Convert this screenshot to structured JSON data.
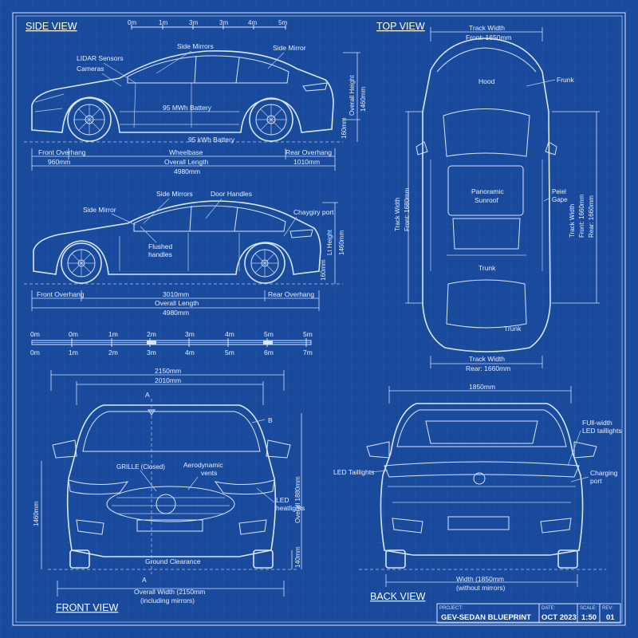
{
  "titles": {
    "side_view": "SIDE VIEW",
    "top_view": "TOP VIEW",
    "front_view": "FRONT VIEW",
    "back_view": "BACK VIEW"
  },
  "top_scale_ticks": [
    "0m",
    "1m",
    "3m",
    "3m",
    "4m",
    "5m"
  ],
  "side1": {
    "lidar": "LIDAR Sensors",
    "cameras": "Cameras",
    "side_mirrors": "Side Mirrors",
    "side_mirror": "Side Mirror",
    "battery1": "95 MWh Battery",
    "battery2": "95 kWh Battery",
    "overall_height": "Overall Height",
    "height_val": "1460mm",
    "ground_val": "160mm",
    "front_overhang": "Front Overhang",
    "wheelbase": "Wheelbase",
    "rear_overhang": "Rear Overhang",
    "front_val": "960mm",
    "overall_length": "Overall Length",
    "rear_val": "1010mm",
    "length_val": "4980mm"
  },
  "side2": {
    "side_mirrors": "Side Mirrors",
    "door_handles": "Door Handles",
    "side_mirror": "Side Mirror",
    "charging_port": "Chaygiry port",
    "flushed": "Flushed",
    "handles": "handles",
    "lt_height": "Lt Height",
    "height_val": "1460mm",
    "ground_val": "160mm",
    "front_overhang": "Front Overhang",
    "wheelbase_val": "3010mm",
    "rear_overhang": "Rear Overhang",
    "overall_length": "Overall Length",
    "length_val": "4980mm"
  },
  "scale_row1": [
    "0m",
    "0m",
    "1m",
    "2m",
    "3m",
    "4m",
    "5m",
    "5m"
  ],
  "scale_row2": [
    "0m",
    "1m",
    "2m",
    "3m",
    "4m",
    "5m",
    "6m",
    "7m"
  ],
  "top": {
    "track_width_top": "Track Width",
    "front_top": "Front: 1650mm",
    "hood": "Hood",
    "frunk": "Frunk",
    "track_left_1": "Track Width",
    "track_left_2": "Front: 1680mm",
    "pano1": "Panoramic",
    "pano2": "Sunroof",
    "panel1": "Peiel",
    "panel2": "Gape",
    "track_right_1": "Track Width",
    "track_right_2": "Front: 1660mm",
    "track_right_3": "Rear: 1660mm",
    "trunk1": "Trunk",
    "trunk2": "Trunk",
    "track_bottom": "Track Width",
    "rear_bottom": "Rear: 1660mm"
  },
  "front": {
    "w1": "2150mm",
    "w2": "2010mm",
    "sec_a": "A",
    "sec_b": "B",
    "sec_a2": "A",
    "grille": "GRILLE (Closed)",
    "aero1": "Aerodynamic",
    "aero2": "vents",
    "led1": "LED",
    "led2": "heatlights",
    "height_left": "1460mm",
    "height_right": "Overall 1880mm",
    "ground": "Ground Clearance",
    "ground_val": "140mm",
    "overall1": "Overall Width (2150mm",
    "overall2": "(including mirrors)"
  },
  "back": {
    "w": "1850mm",
    "full1": "FUll-width",
    "full2": "LED taillights",
    "tail": "LED Taillights",
    "charge1": "Charging",
    "charge2": "port",
    "width1": "Width (1850mm",
    "width2": "(without mirrors)"
  },
  "title_block": {
    "project_label": "PROJECT:",
    "project": "GEV-SEDAN BLUEPRINT",
    "date_label": "DATE:",
    "date": "OCT 2023",
    "scale_label": "SCALE:",
    "scale": "1:50",
    "rev_label": "REV:",
    "rev": "01"
  },
  "colors": {
    "background": "#1a4a9c",
    "line": "#d9e6ff"
  }
}
